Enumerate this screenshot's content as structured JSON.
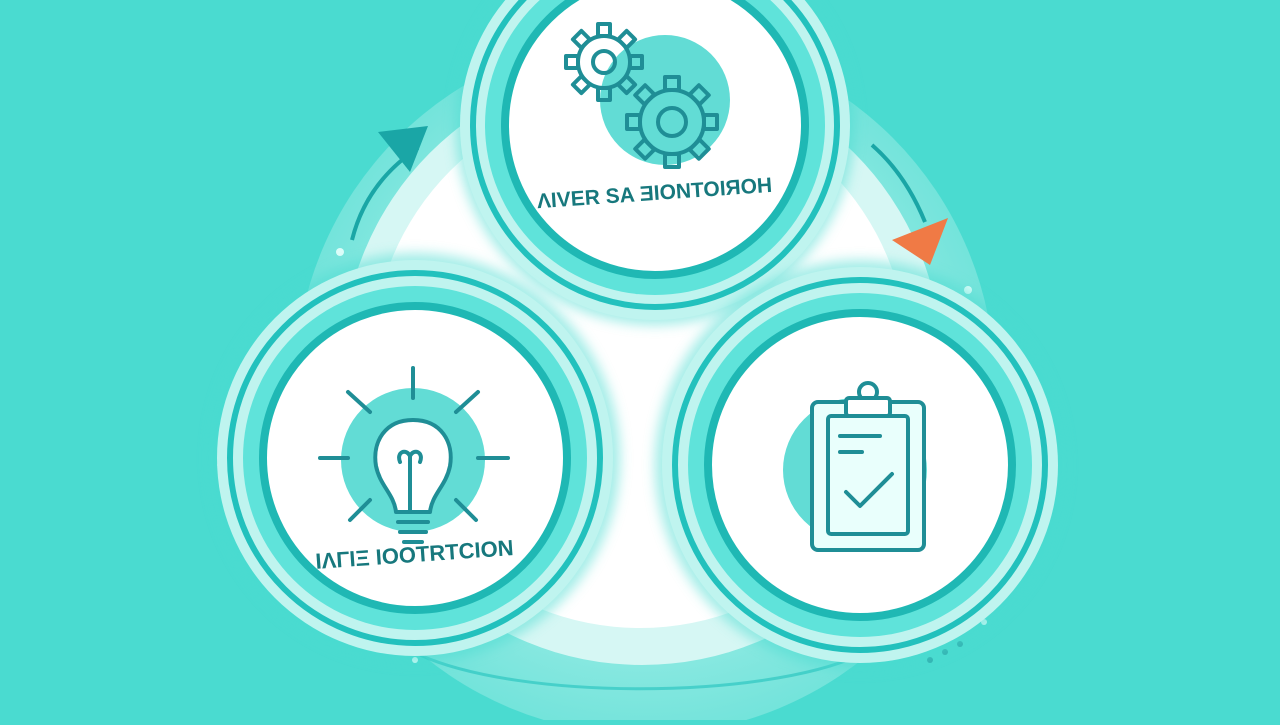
{
  "diagram": {
    "nodes": [
      {
        "id": "top",
        "label": "ΛIVER SA ƎIONTOIЯOH",
        "icon": "gears-icon"
      },
      {
        "id": "left",
        "label": "ΙΛΓΙΞ IOOTRTCION",
        "icon": "lightbulb-icon"
      },
      {
        "id": "right",
        "label": "",
        "icon": "clipboard-check-icon"
      }
    ],
    "flow": "cycle",
    "arrows": [
      {
        "color": "#1aa6a6",
        "icon": "arrow-head-icon"
      },
      {
        "color": "#f07a45",
        "icon": "arrow-head-icon"
      }
    ]
  },
  "colors": {
    "background": "#4adbd0",
    "ring": "#22c1bd",
    "accent_fill": "#62dcd5",
    "icon_stroke": "#1f8e96",
    "label_text": "#17787d",
    "orange_arrow": "#f07a45",
    "teal_arrow": "#1aa6a6",
    "center_disc": "#ffffff"
  }
}
